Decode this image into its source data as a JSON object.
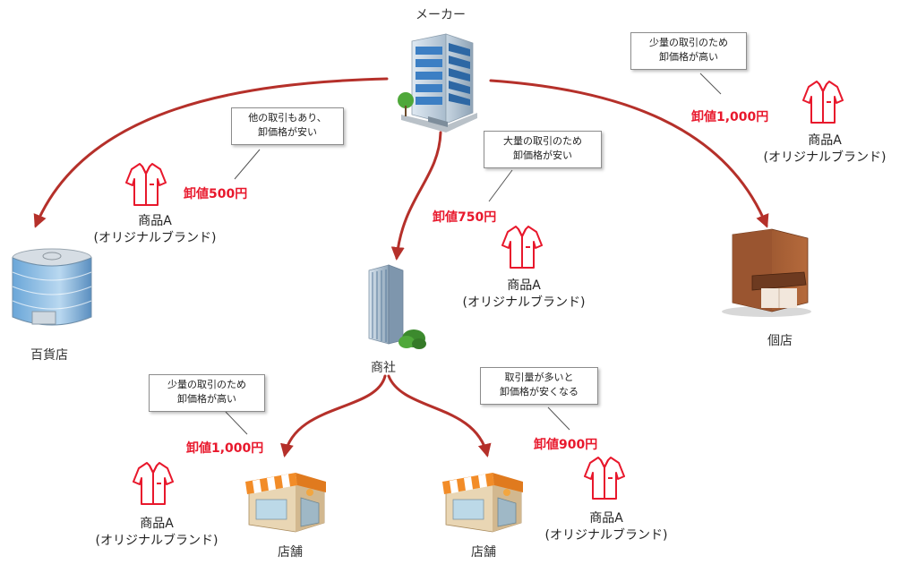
{
  "nodes": {
    "maker": "メーカー",
    "department_store": "百貨店",
    "trading_company": "商社",
    "individual_store": "個店",
    "store_left": "店舗",
    "store_right": "店舗"
  },
  "product": {
    "name": "商品A",
    "brand": "(オリジナルブランド)"
  },
  "prices": {
    "department_store": "卸値500円",
    "trading_company": "卸値750円",
    "individual_store": "卸値1,000円",
    "store_left": "卸値1,000円",
    "store_right": "卸値900円"
  },
  "notes": {
    "department_store": [
      "他の取引もあり、",
      "卸価格が安い"
    ],
    "trading_company": [
      "大量の取引のため",
      "卸価格が安い"
    ],
    "individual_store": [
      "少量の取引のため",
      "卸価格が高い"
    ],
    "store_left": [
      "少量の取引のため",
      "卸価格が高い"
    ],
    "store_right": [
      "取引量が多いと",
      "卸価格が安くなる"
    ]
  },
  "colors": {
    "arrow": "#c0392b",
    "price_text": "#e8182c",
    "shirt_outline": "#e8182c"
  },
  "icons": [
    "office-building-icon",
    "department-store-icon",
    "skyscraper-icon",
    "shop-icon",
    "storefront-icon",
    "shirt-icon"
  ]
}
